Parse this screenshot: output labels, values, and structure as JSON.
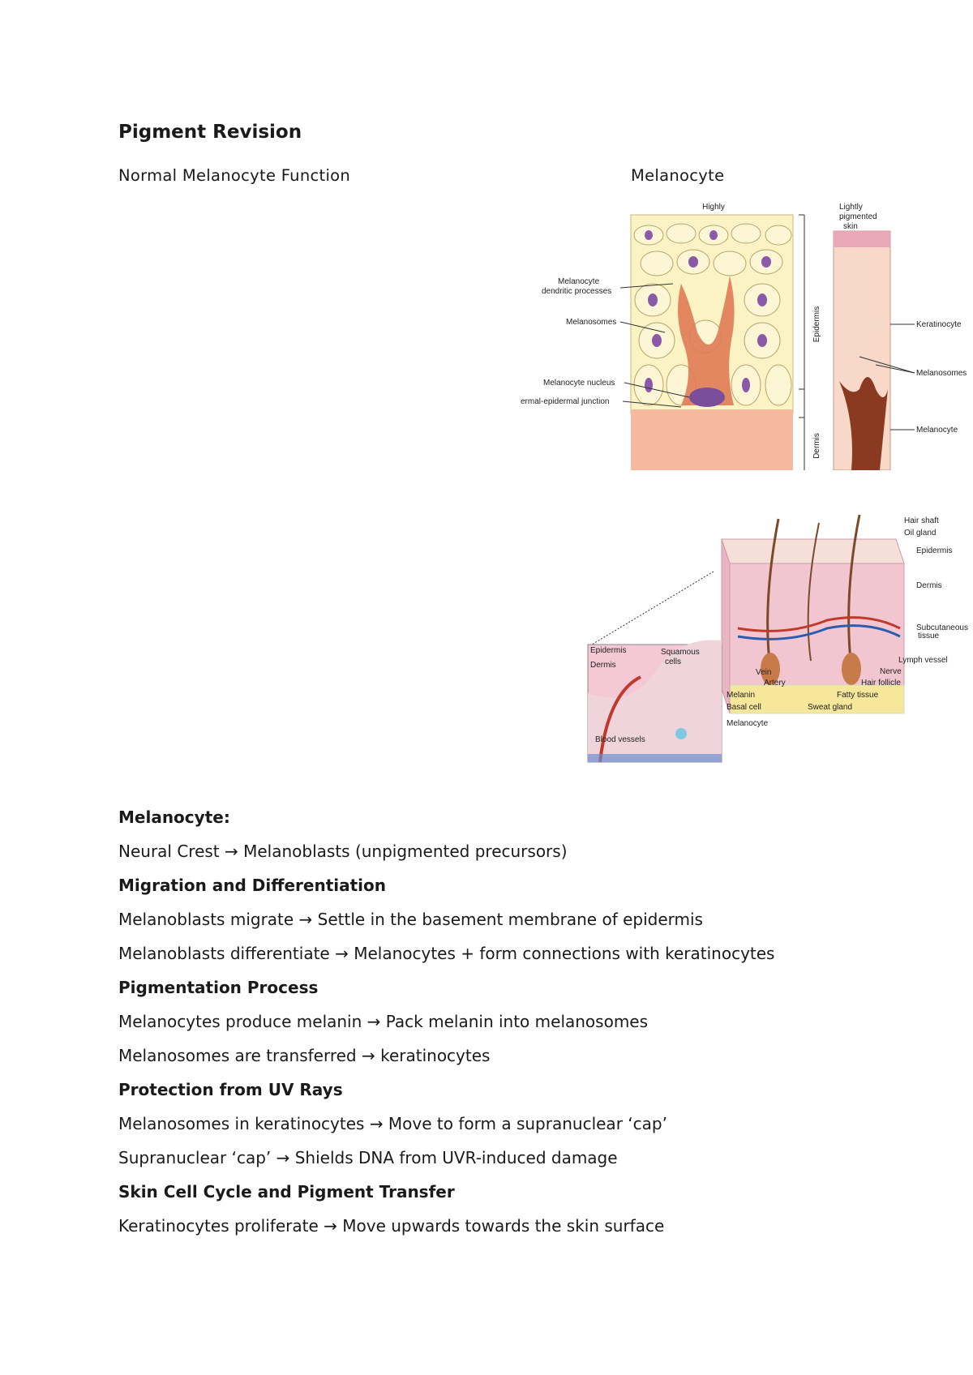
{
  "doc": {
    "title": "Pigment Revision",
    "left_heading": "Normal Melanocyte Function",
    "right_heading": "Melanocyte"
  },
  "figure1": {
    "labels": {
      "highly": "Highly",
      "lightly1": "Lightly",
      "lightly2": "pigmented",
      "lightly3": "skin",
      "dendritic1": "Melanocyte",
      "dendritic2": "dendritic processes",
      "melanosomes": "Melanosomes",
      "nucleus": "Melanocyte nucleus",
      "junction": "ermal-epidermal junction",
      "epidermis": "Epidermis",
      "dermis": "Dermis",
      "keratinocyte": "Keratinocyte",
      "melanosomes_r": "Melanosomes",
      "melanocyte_r": "Melanocyte"
    }
  },
  "figure2": {
    "labels": {
      "hair_shaft": "Hair shaft",
      "oil_gland": "Oil gland",
      "epidermis": "Epidermis",
      "dermis": "Dermis",
      "subcutaneous1": "Subcutaneous",
      "subcutaneous2": "tissue",
      "lymph": "Lymph vessel",
      "nerve": "Nerve",
      "hair_follicle": "Hair follicle",
      "fatty": "Fatty tissue",
      "sweat": "Sweat gland",
      "vein": "Vein",
      "artery": "Artery",
      "inset_epidermis": "Epidermis",
      "inset_dermis": "Dermis",
      "squamous1": "Squamous",
      "squamous2": "cells",
      "melanin": "Melanin",
      "basal": "Basal cell",
      "melanocyte": "Melanocyte",
      "blood": "Blood vessels"
    }
  },
  "content": [
    {
      "type": "heading",
      "text": "Melanocyte:"
    },
    {
      "type": "para",
      "text": "Neural Crest → Melanoblasts (unpigmented precursors)"
    },
    {
      "type": "heading",
      "text": "Migration and Differentiation"
    },
    {
      "type": "para",
      "text": "Melanoblasts migrate → Settle in the basement membrane of epidermis"
    },
    {
      "type": "para",
      "text": "Melanoblasts differentiate → Melanocytes + form connections with keratinocytes"
    },
    {
      "type": "heading",
      "text": "Pigmentation Process"
    },
    {
      "type": "para",
      "text": "Melanocytes produce melanin → Pack melanin into melanosomes"
    },
    {
      "type": "para",
      "text": "Melanosomes are transferred → keratinocytes"
    },
    {
      "type": "heading",
      "text": "Protection from UV Rays"
    },
    {
      "type": "para",
      "text": "Melanosomes in keratinocytes → Move to form a supranuclear ‘cap’"
    },
    {
      "type": "para",
      "text": "Supranuclear ‘cap’ → Shields DNA from UVR-induced damage"
    },
    {
      "type": "heading",
      "text": "Skin Cell Cycle and Pigment Transfer"
    },
    {
      "type": "para",
      "text": "Keratinocytes proliferate → Move upwards towards the skin surface"
    }
  ],
  "colors": {
    "text": "#1a1a1a",
    "cell_fill": "#fbf3c4",
    "nucleus": "#8a5aa8",
    "melanocyte": "#e07b55",
    "dermis": "#f6b9a0",
    "skin_pink": "#f2c6d0"
  }
}
